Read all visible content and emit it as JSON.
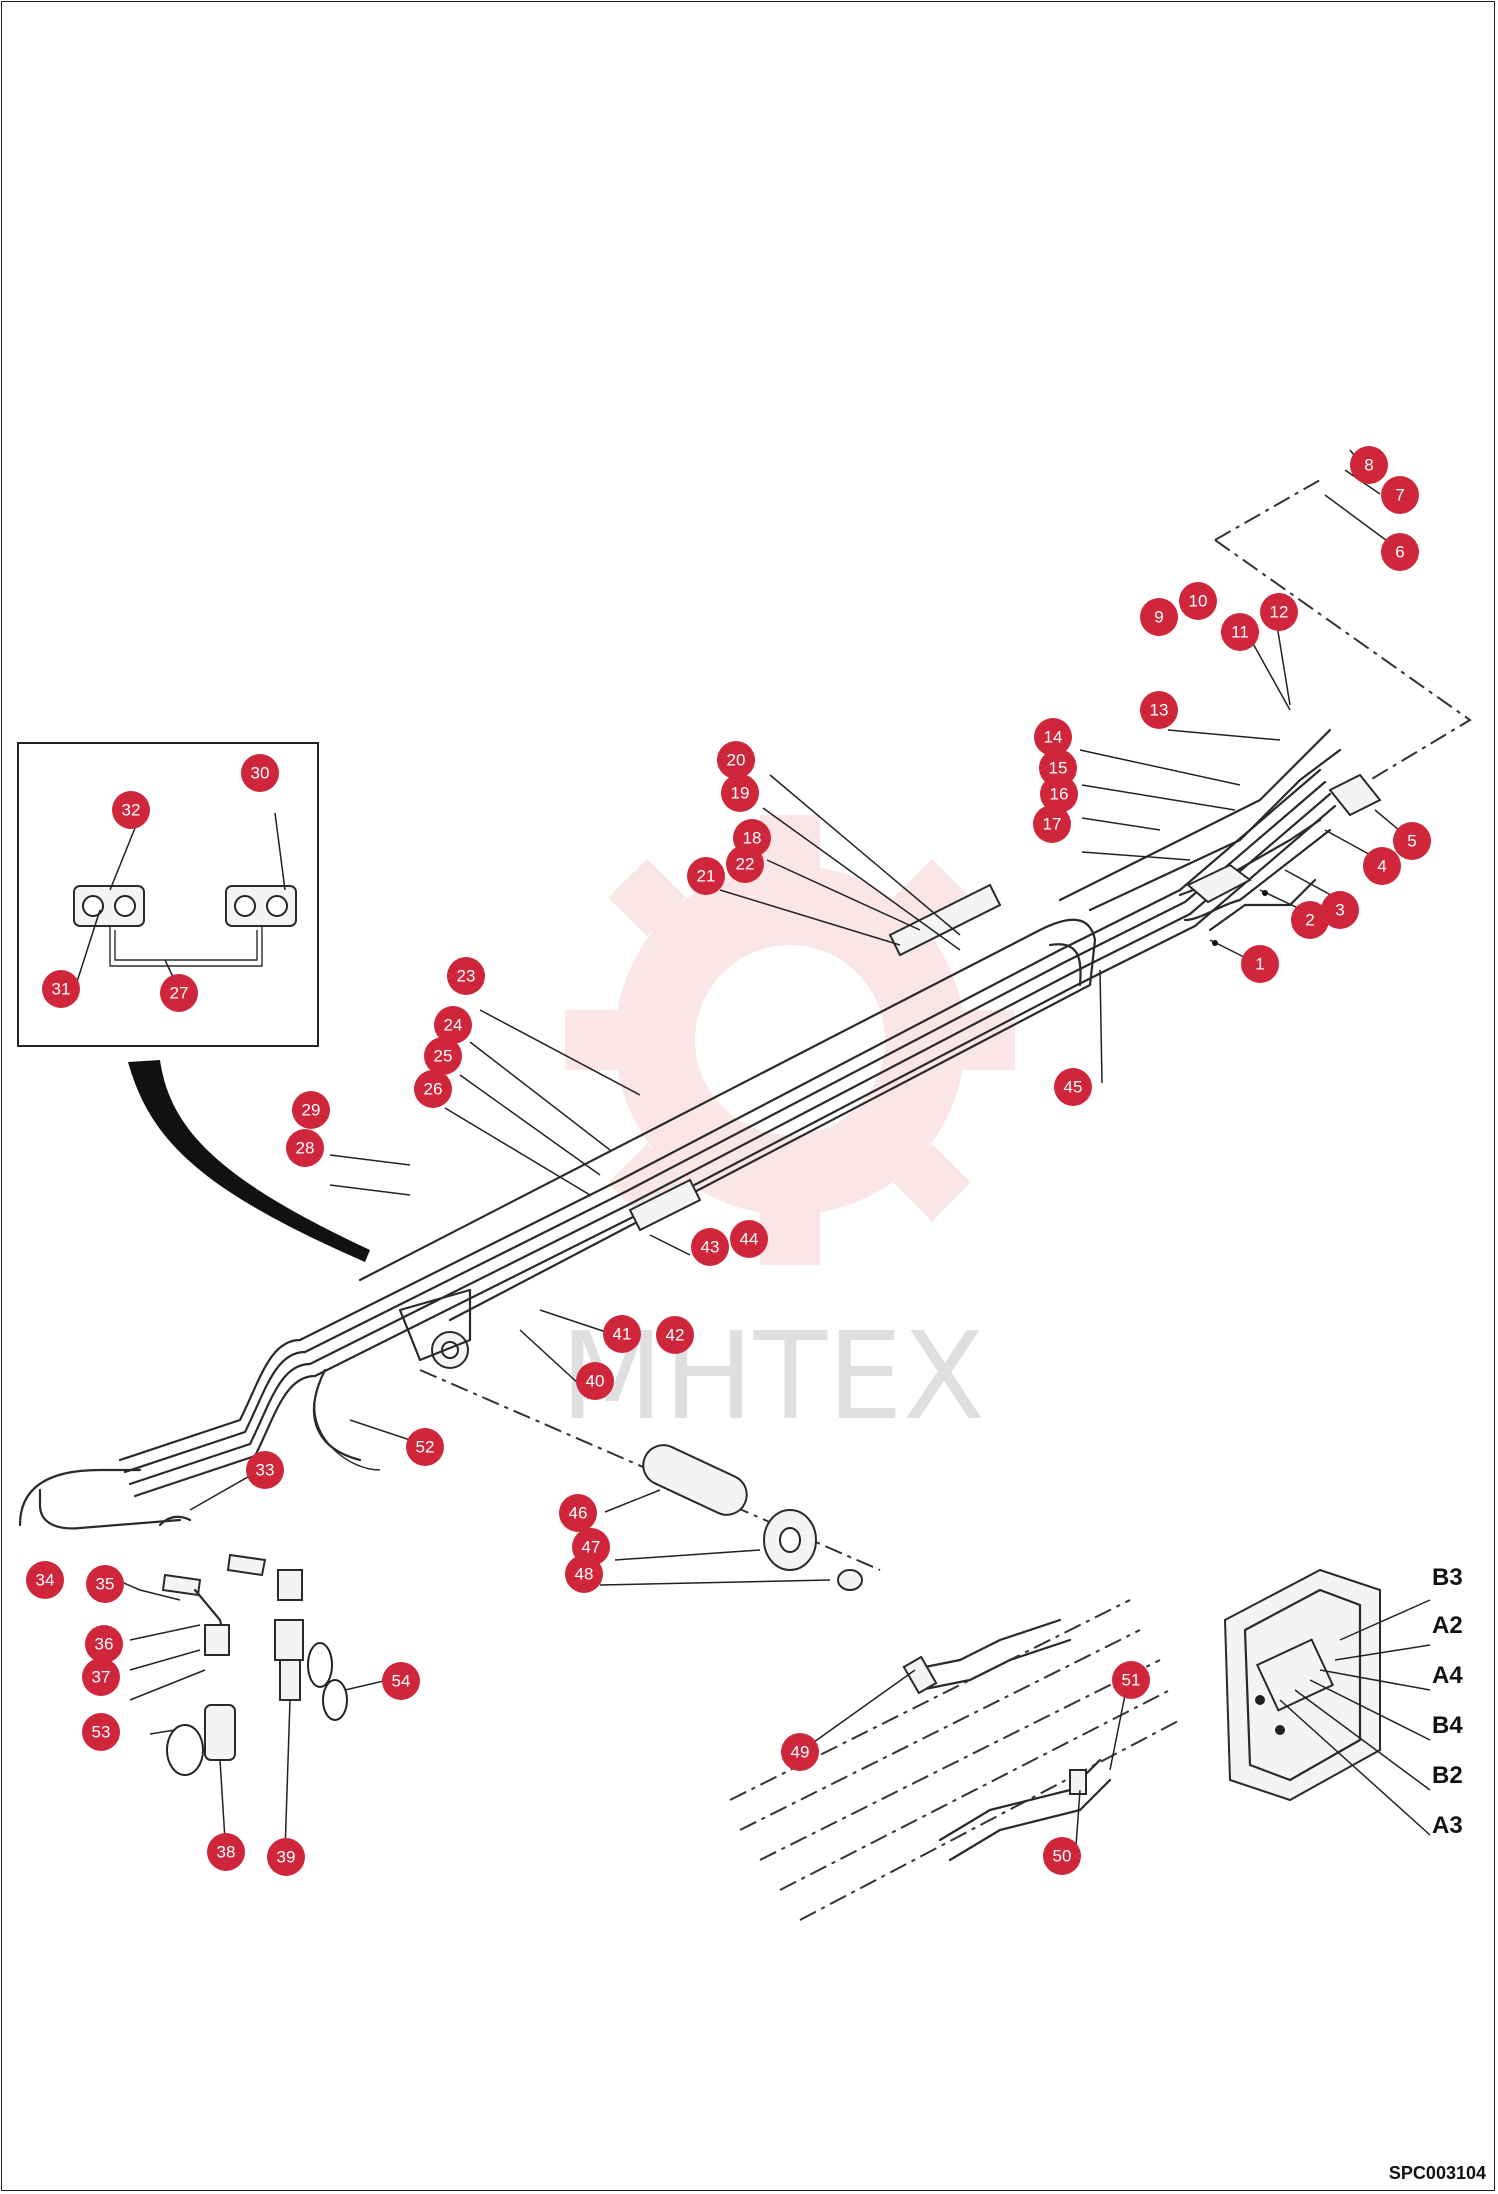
{
  "drawing_code": "SPC003104",
  "watermark": {
    "text": "MHTEX",
    "color": "#f2b9bd"
  },
  "callout_color": "#d0263b",
  "callouts": [
    {
      "id": "1"
    },
    {
      "id": "2"
    },
    {
      "id": "3"
    },
    {
      "id": "4"
    },
    {
      "id": "5"
    },
    {
      "id": "6"
    },
    {
      "id": "7"
    },
    {
      "id": "8"
    },
    {
      "id": "9"
    },
    {
      "id": "10"
    },
    {
      "id": "11"
    },
    {
      "id": "12"
    },
    {
      "id": "13"
    },
    {
      "id": "14"
    },
    {
      "id": "15"
    },
    {
      "id": "16"
    },
    {
      "id": "17"
    },
    {
      "id": "18"
    },
    {
      "id": "19"
    },
    {
      "id": "20"
    },
    {
      "id": "21"
    },
    {
      "id": "22"
    },
    {
      "id": "23"
    },
    {
      "id": "24"
    },
    {
      "id": "25"
    },
    {
      "id": "26"
    },
    {
      "id": "27"
    },
    {
      "id": "28"
    },
    {
      "id": "29"
    },
    {
      "id": "30"
    },
    {
      "id": "31"
    },
    {
      "id": "32"
    },
    {
      "id": "33"
    },
    {
      "id": "34"
    },
    {
      "id": "35"
    },
    {
      "id": "36"
    },
    {
      "id": "37"
    },
    {
      "id": "38"
    },
    {
      "id": "39"
    },
    {
      "id": "40"
    },
    {
      "id": "41"
    },
    {
      "id": "42"
    },
    {
      "id": "43"
    },
    {
      "id": "44"
    },
    {
      "id": "45"
    },
    {
      "id": "46"
    },
    {
      "id": "47"
    },
    {
      "id": "48"
    },
    {
      "id": "49"
    },
    {
      "id": "50"
    },
    {
      "id": "51"
    },
    {
      "id": "52"
    },
    {
      "id": "53"
    },
    {
      "id": "54"
    }
  ],
  "port_labels": [
    "B3",
    "A2",
    "A4",
    "B4",
    "B2",
    "A3"
  ]
}
